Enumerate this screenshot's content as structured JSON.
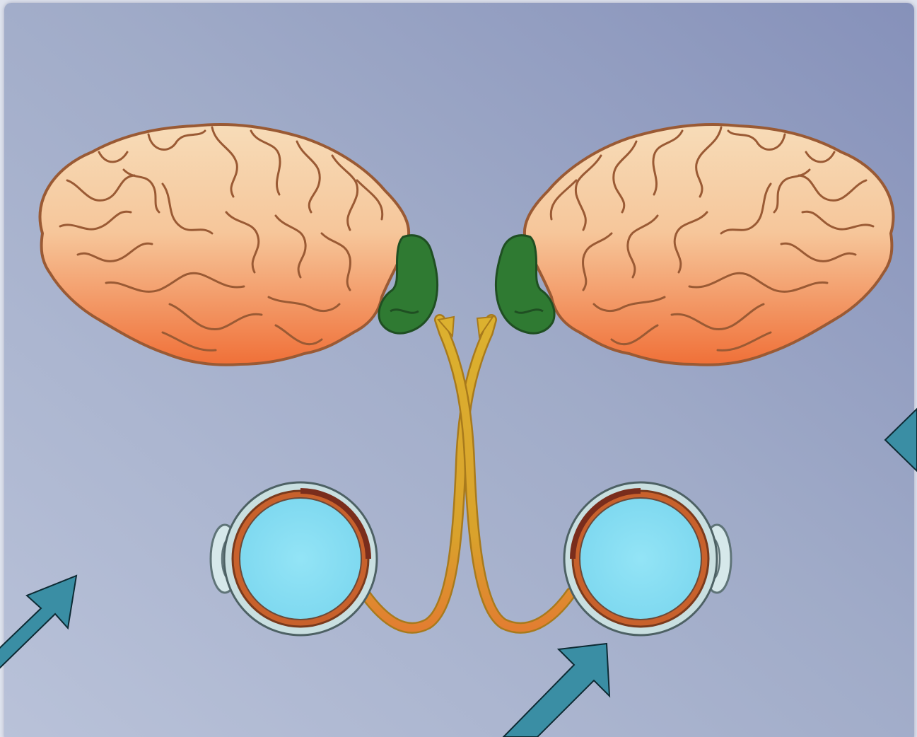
{
  "diagram": {
    "kind": "visual-pathway-illustration",
    "colors": {
      "background_light": "#b9c2d9",
      "background_dark": "#8691ba",
      "brain_top": "#f7d7b0",
      "brain_bottom": "#f0753f",
      "brain_outline": "#9a5a34",
      "occipital_lobe": "#2f7a32",
      "optic_nerve": "#d9ab2c",
      "optic_nerve_lower": "#e07f32",
      "eye_fill": "#8ce0f4",
      "eye_wall": "#c8612c",
      "arrow": "#3a8ea4"
    },
    "elements": {
      "left_brain": "brain",
      "right_brain": "brain",
      "left_occipital_lobe": "highlighted-region",
      "right_occipital_lobe": "highlighted-region",
      "optic_chiasm": "crossing-nerves",
      "left_eye": "eyeball-cross-section",
      "right_eye": "eyeball-cross-section",
      "arrows": [
        "arrow-lower-left",
        "arrow-bottom-center",
        "arrow-right-edge"
      ]
    }
  }
}
